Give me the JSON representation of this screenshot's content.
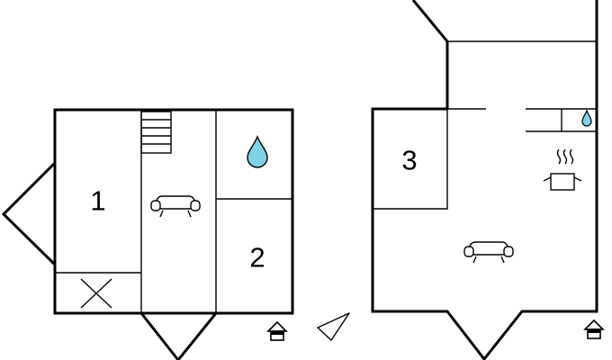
{
  "rooms": [
    {
      "label": "1"
    },
    {
      "label": "2"
    },
    {
      "label": "3"
    }
  ],
  "icons": {
    "sofa": "sofa-icon",
    "water": "water-drop-icon",
    "stairs": "stairs-icon",
    "cooking": "cooking-pot-icon",
    "entrance": "entrance-icon",
    "north": "north-arrow-icon",
    "cross": "cross-mark-icon"
  },
  "colors": {
    "water": "#7fd3e6",
    "wall": "#000000",
    "background": "#ffffff"
  }
}
